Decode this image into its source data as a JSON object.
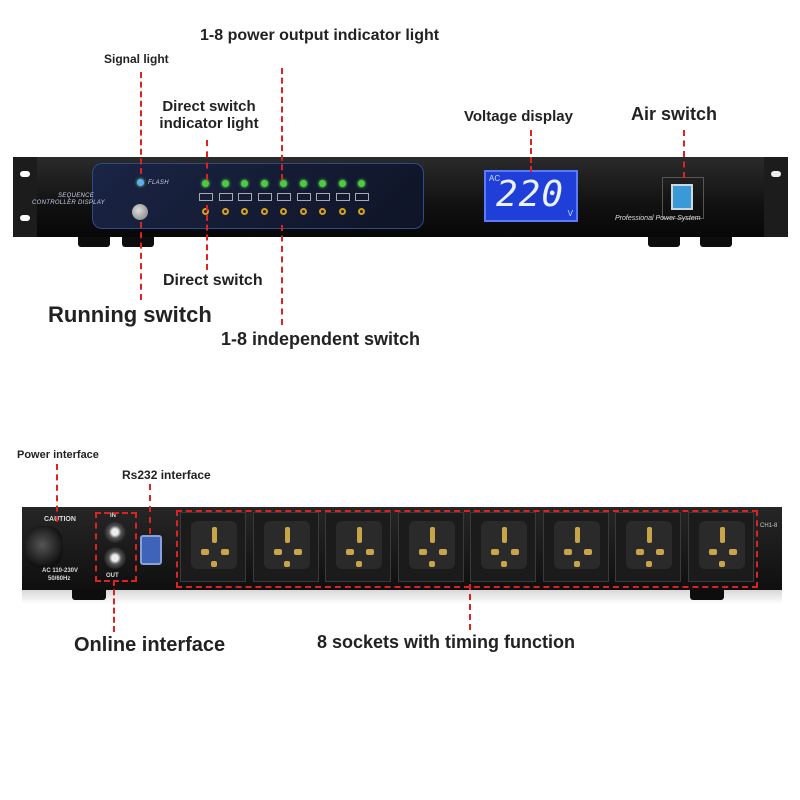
{
  "front_view": {
    "labels": {
      "power_output_indicator": "1-8 power output indicator light",
      "signal_light": "Signal light",
      "direct_switch_indicator": "Direct switch indicator light",
      "voltage_display": "Voltage display",
      "air_switch": "Air switch",
      "direct_switch": "Direct switch",
      "running_switch": "Running switch",
      "independent_switch": "1-8 independent switch"
    },
    "device_text": {
      "flash": "FLASH",
      "sequence_line1": "SEQUENCE",
      "sequence_line2": "CONTROLLER DISPLAY",
      "display_unit_ac": "AC",
      "display_value": "220",
      "display_unit_v": "V",
      "professional": "Professional Power System"
    }
  },
  "rear_view": {
    "labels": {
      "power_interface": "Power interface",
      "rs232_interface": "Rs232 interface",
      "online_interface": "Online interface",
      "sockets": "8 sockets with timing function"
    },
    "device_text": {
      "caution": "CAUTION",
      "voltage_spec": "AC 110-230V",
      "frequency": "50/60Hz",
      "in": "IN",
      "out": "OUT",
      "ch": "CH1-8"
    }
  }
}
